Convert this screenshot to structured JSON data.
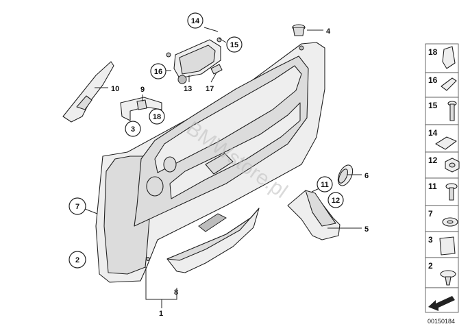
{
  "diagram": {
    "labels": {
      "l1": "1",
      "l2": "2",
      "l3": "3",
      "l4": "4",
      "l5": "5",
      "l6": "6",
      "l7": "7",
      "l8": "8",
      "l9": "9",
      "l10": "10",
      "l11": "11",
      "l12": "12",
      "l13": "13",
      "l14": "14",
      "l15": "15",
      "l16": "16",
      "l17": "17",
      "l18": "18"
    },
    "watermark": "BMWstore.pl",
    "legend": [
      "18",
      "16",
      "15",
      "14",
      "12",
      "11",
      "7",
      "3",
      "2"
    ],
    "drawing_number": "00150184"
  }
}
